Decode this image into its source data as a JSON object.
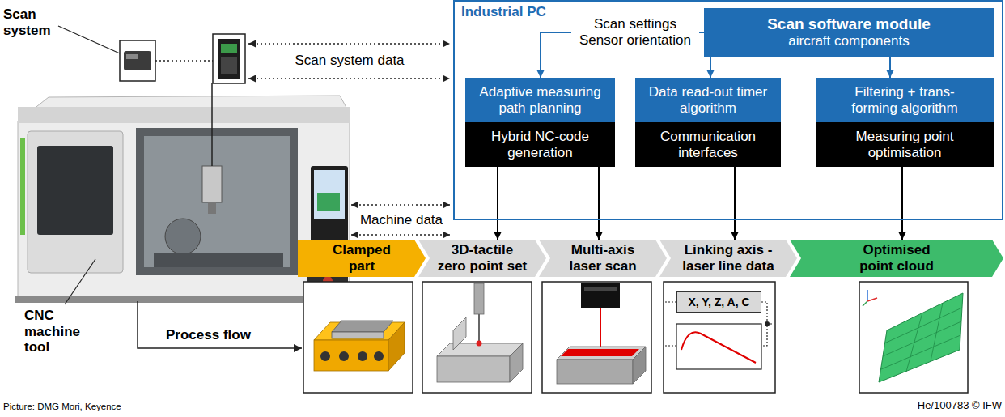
{
  "diagram": {
    "nodes": [
      {
        "text": [
          "Industrial PC"
        ]
      },
      {
        "text": [
          "Scan software module",
          "aircraft components"
        ],
        "in": 0
      },
      {
        "text": [
          "Adaptive measuring path planning"
        ],
        "in": 0
      },
      {
        "text": [
          "Data read-out timer algorithm"
        ],
        "in": 0
      },
      {
        "text": [
          "Filtering + trans- forming algorithm"
        ],
        "in": 0
      },
      {
        "text": [
          "Hybrid NC-code generation"
        ],
        "in": 0
      },
      {
        "text": [
          "Communication interfaces"
        ],
        "in": 0
      },
      {
        "text": [
          "Measuring point optimisation"
        ],
        "in": 0
      },
      {
        "text": [
          "Clamped part"
        ]
      },
      {
        "text": [
          "3D-tactile zero point set"
        ]
      },
      {
        "text": [
          "Multi-axis laser scan"
        ]
      },
      {
        "text": [
          "Linking axis - laser line data"
        ]
      },
      {
        "text": [
          "Optimised point cloud"
        ]
      },
      {
        "text": [
          "X, Y, Z, A, C"
        ]
      }
    ],
    "edges": [
      {
        "from": 1,
        "to": 2,
        "arrow": "to",
        "label": "Scan settings Sensor orientation"
      },
      {
        "from": 1,
        "to": 3,
        "arrow": "to"
      },
      {
        "from": 1,
        "to": 4,
        "arrow": "to"
      },
      {
        "from": 5,
        "to": 9,
        "arrow": "to"
      },
      {
        "from": 5,
        "to": 10,
        "arrow": "to"
      },
      {
        "from": 6,
        "to": 11,
        "arrow": "to"
      },
      {
        "from": 7,
        "to": 12,
        "arrow": "to"
      }
    ],
    "labels": [
      "Scan system",
      "Scan system data",
      "Machine data",
      "CNC machine tool",
      "Process flow",
      "Picture: DMG Mori, Keyence",
      "He/100783 © IFW"
    ]
  }
}
